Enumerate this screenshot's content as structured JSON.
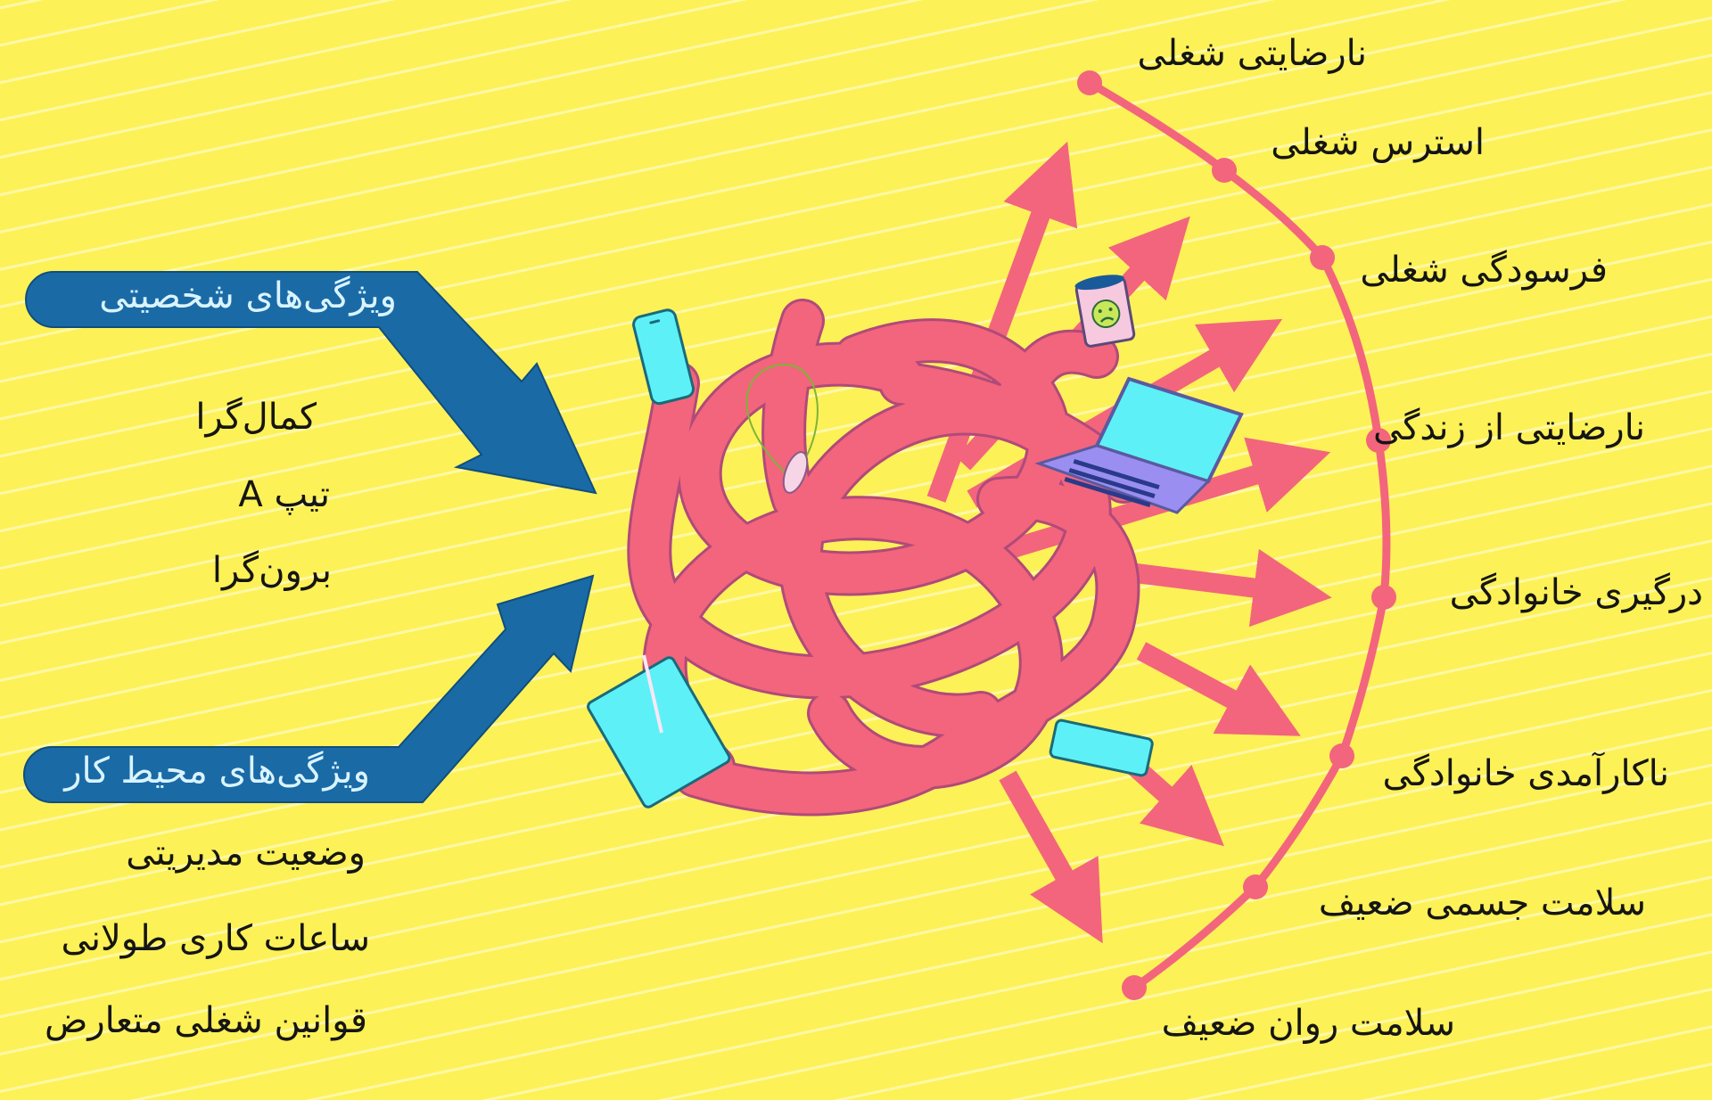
{
  "colors": {
    "background": "#fdf158",
    "blue_arrow": "#1a6aa6",
    "pink": "#f2657c",
    "pink_outline": "#b04a7a",
    "screen_cyan": "#5ef0f7",
    "laptop_purple": "#9a8ff0",
    "mug_pink": "#f6c9df",
    "pill_text": "#d9f4ff",
    "text": "#151515"
  },
  "left_panel": {
    "personality": {
      "title": "ویژگی‌های شخصیتی",
      "items": [
        "کمال‌گرا",
        "تیپ A",
        "برون‌گرا"
      ]
    },
    "work_environment": {
      "title": "ویژگی‌های محیط کار",
      "items": [
        "وضعیت مدیریتی",
        "ساعات کاری طولانی",
        "قوانین شغلی متعارض"
      ]
    }
  },
  "center_illustration": {
    "description": "tangled-pink-arms-multitasking",
    "objects": [
      "phone-icon",
      "mouse-icon",
      "mug-sad-face-icon",
      "laptop-icon",
      "tablet-icon",
      "smartphone-icon"
    ]
  },
  "outcomes": {
    "items": [
      "نارضایتی شغلی",
      "استرس شغلی",
      "فرسودگی شغلی",
      "نارضایتی از زندگی",
      "درگیری خانوادگی",
      "ناکارآمدی خانوادگی",
      "سلامت جسمی ضعیف",
      "سلامت روان ضعیف"
    ]
  }
}
